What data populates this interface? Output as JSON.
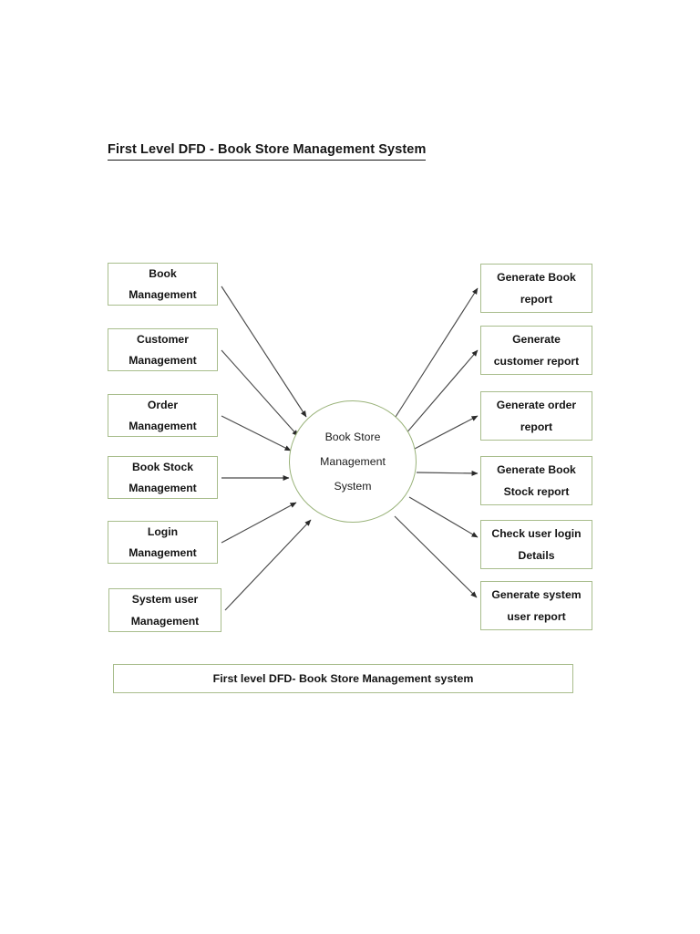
{
  "document": {
    "title": "First Level DFD - Book Store Management System"
  },
  "diagram": {
    "type": "data-flow-diagram",
    "level": "First Level DFD",
    "process": {
      "name": "Book Store Management System",
      "lines": [
        "Book Store",
        "Management",
        "System"
      ]
    },
    "inputs": [
      {
        "lines": [
          "Book",
          "Management"
        ]
      },
      {
        "lines": [
          "Customer",
          "Management"
        ]
      },
      {
        "lines": [
          "Order",
          "Management"
        ]
      },
      {
        "lines": [
          "Book Stock",
          "Management"
        ]
      },
      {
        "lines": [
          "Login",
          "Management"
        ]
      },
      {
        "lines": [
          "System user",
          "Management"
        ]
      }
    ],
    "outputs": [
      {
        "lines": [
          "Generate Book",
          "report"
        ]
      },
      {
        "lines": [
          "Generate",
          "customer report"
        ]
      },
      {
        "lines": [
          "Generate order",
          "report"
        ]
      },
      {
        "lines": [
          "Generate Book",
          "Stock report"
        ]
      },
      {
        "lines": [
          "Check user login",
          "Details"
        ]
      },
      {
        "lines": [
          "Generate system",
          "user report"
        ]
      }
    ],
    "caption": "First level DFD- Book Store Management system",
    "colors": {
      "box_border": "#a8bd8c",
      "circle_border": "#9ab37a",
      "arrow": "#3f3f3f",
      "text": "#141414",
      "background": "#ffffff"
    }
  }
}
